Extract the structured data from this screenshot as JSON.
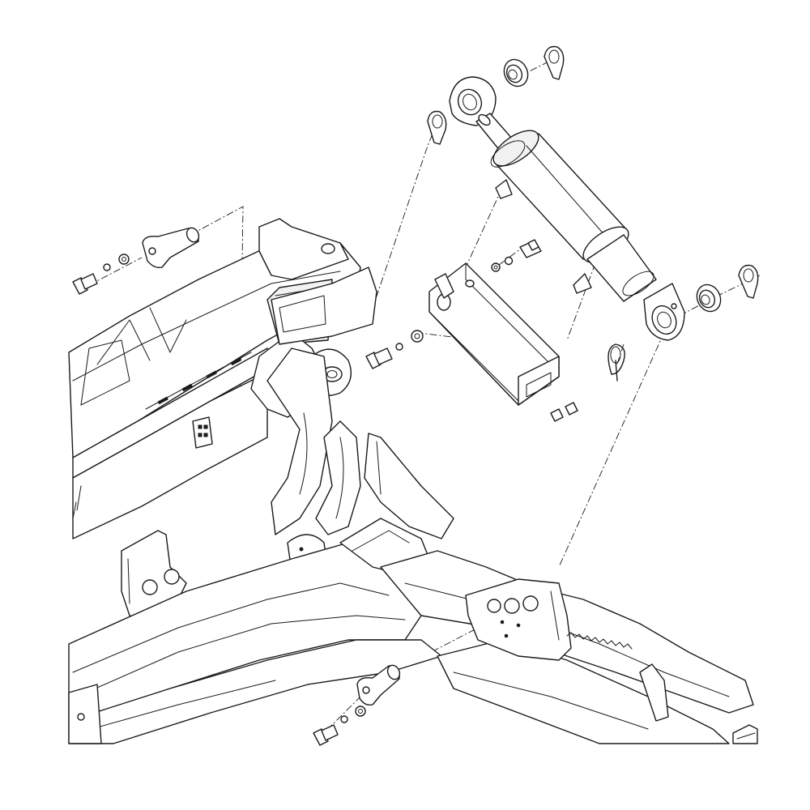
{
  "drawing": {
    "kind": "exploded-assembly-line-drawing",
    "parts": [
      {
        "id": "hydraulic-cylinder",
        "icon": "hydraulic-cylinder-icon"
      },
      {
        "id": "cylinder-mount-bracket",
        "icon": "bracket-icon"
      },
      {
        "id": "loader-frame",
        "icon": "frame-icon"
      },
      {
        "id": "pivot-pin-upper",
        "icon": "pin-icon"
      },
      {
        "id": "pivot-pin-lower",
        "icon": "pin-icon"
      },
      {
        "id": "bolt",
        "icon": "bolt-icon"
      },
      {
        "id": "lock-washer",
        "icon": "washer-icon"
      },
      {
        "id": "flat-washer",
        "icon": "washer-icon"
      },
      {
        "id": "bushing",
        "icon": "bushing-icon"
      },
      {
        "id": "retaining-clip",
        "icon": "clip-icon"
      },
      {
        "id": "torsion-spring",
        "icon": "spring-icon"
      }
    ],
    "colors": {
      "line": "#1a1a1a",
      "background": "#ffffff",
      "shade": "#f2f2f2"
    }
  }
}
